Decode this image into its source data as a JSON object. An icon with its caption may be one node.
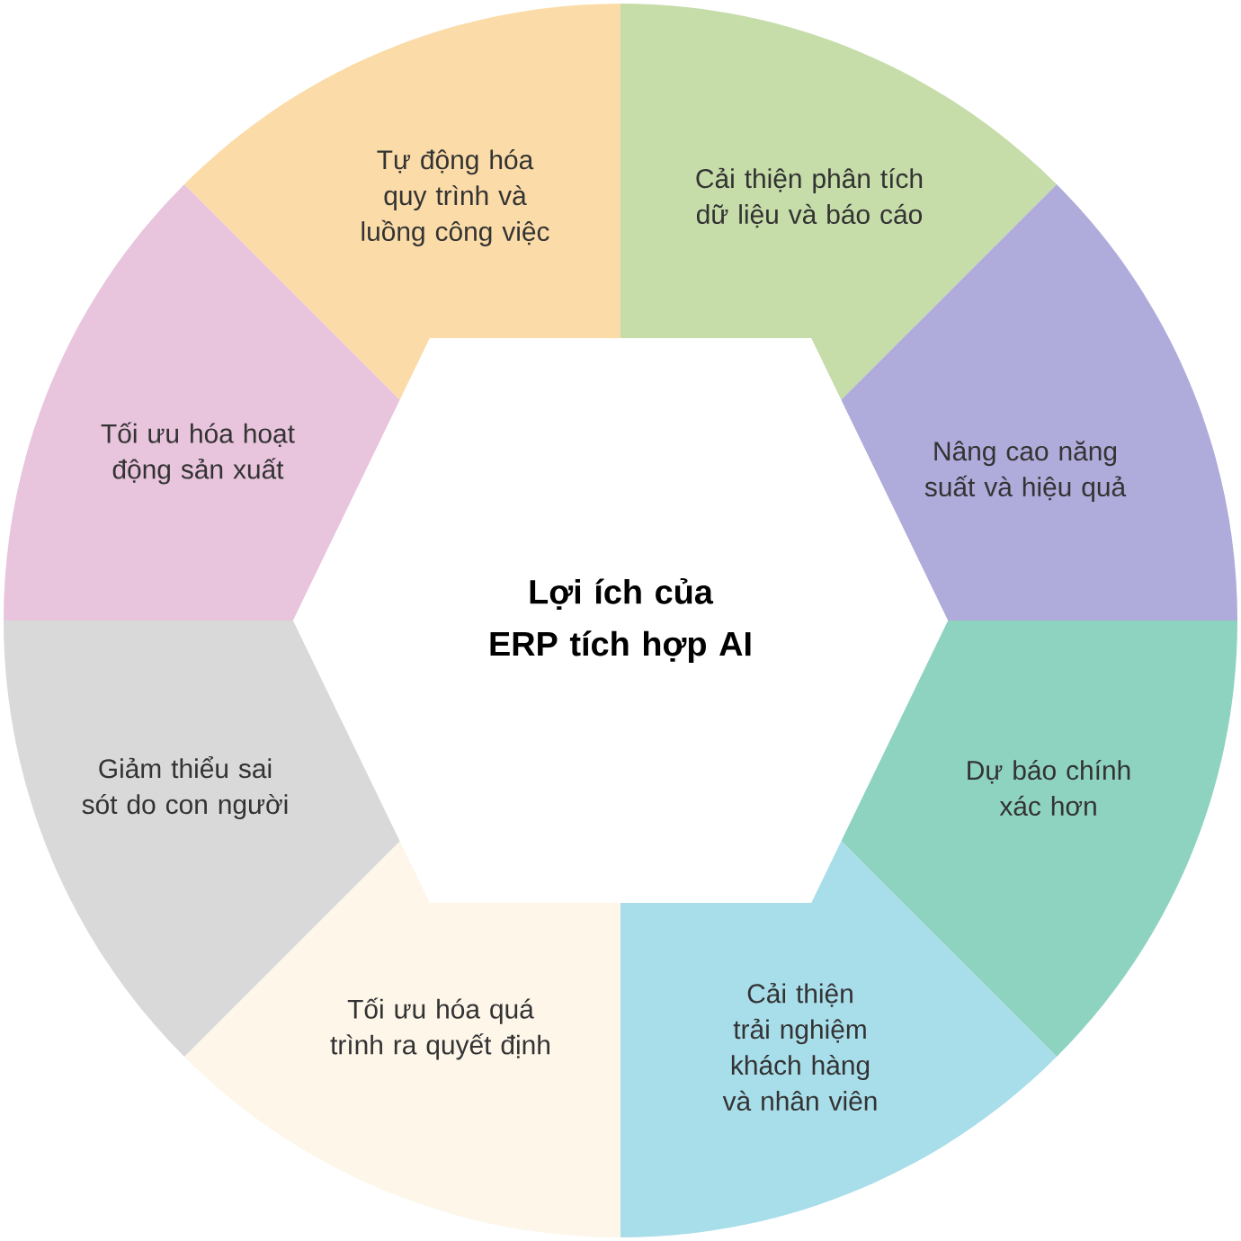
{
  "diagram": {
    "nodes": [
      {
        "text": [
          "Lợi ích của ERP tích hợp AI"
        ]
      },
      {
        "text": [
          "Tự động hóa quy trình và luồng công việc"
        ]
      },
      {
        "text": [
          "Cải thiện phân tích dữ liệu và báo cáo"
        ]
      },
      {
        "text": [
          "Nâng cao năng suất và hiệu quả"
        ]
      },
      {
        "text": [
          "Dự báo chính xác hơn"
        ]
      },
      {
        "text": [
          "Cải thiện trải nghiệm khách hàng và nhân viên"
        ]
      },
      {
        "text": [
          "Tối ưu hóa quá trình ra quyết định"
        ]
      },
      {
        "text": [
          "Giảm thiểu sai sót do con người"
        ]
      },
      {
        "text": [
          "Tối ưu hóa hoạt động sản xuất"
        ]
      }
    ]
  }
}
